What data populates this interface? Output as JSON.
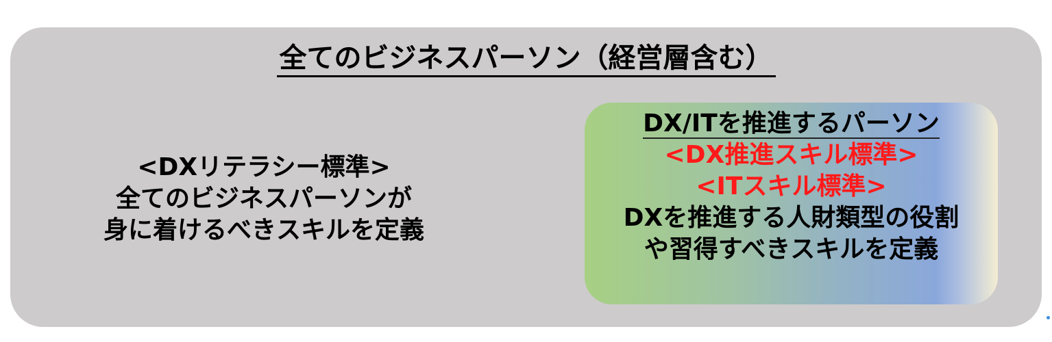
{
  "title": "全てのビジネスパーソン（経営層含む）",
  "left": {
    "line1": "<DXリテラシー標準>",
    "line2": "全てのビジネスパーソンが",
    "line3": "身に着けるべきスキルを定義"
  },
  "right": {
    "heading": "DX/ITを推進するパーソン",
    "standard1": "<DX推進スキル標準>",
    "standard2": "<ITスキル標準>",
    "line1": "DXを推進する人財類型の役割",
    "line2": "や習得すべきスキルを定義"
  },
  "colors": {
    "outer": "#cdcbcc",
    "highlight": "#ff1a1a",
    "green": "#a7d083",
    "blue": "#8aa7db"
  }
}
